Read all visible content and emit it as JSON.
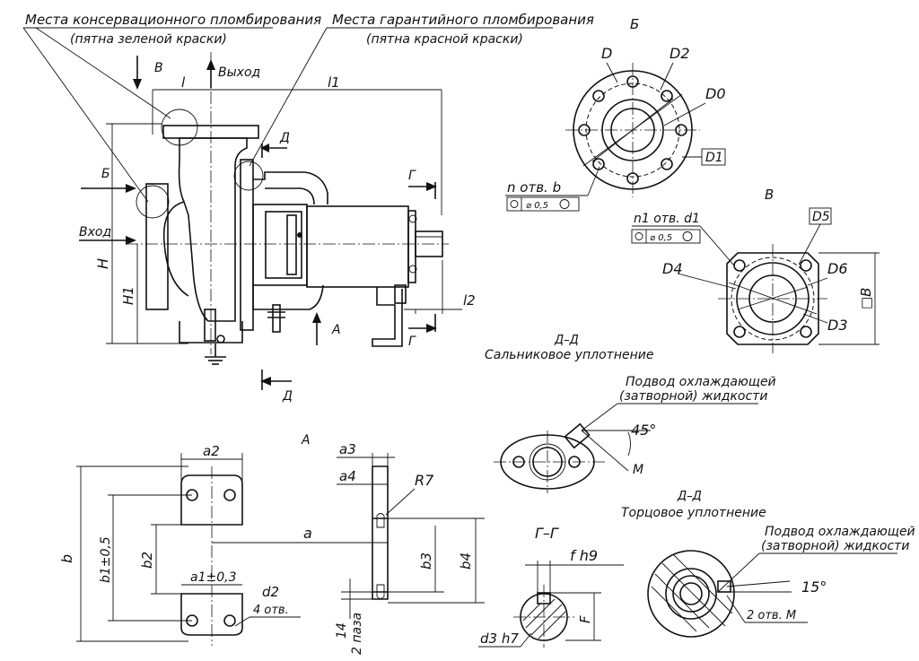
{
  "labels": {
    "conservation_seal": "Места консервационного пломбирования",
    "conservation_seal_note": "(пятна зеленой краски)",
    "warranty_seal": "Места гарантийного пломбирования",
    "warranty_seal_note": "(пятна красной краски)",
    "view_b_arrow": "В",
    "outlet": "Выход",
    "dim_l": "l",
    "dim_l1": "l1",
    "section_d_top": "Д",
    "view_b_side": "Б",
    "inlet": "Вход",
    "dim_H": "H",
    "dim_H1": "H1",
    "section_g_top": "Г",
    "section_g_bottom": "Г",
    "dim_l2": "l2",
    "view_a_arrow": "А",
    "section_d_bottom": "Д",
    "view_b_title": "Б",
    "D": "D",
    "D2": "D2",
    "D0": "D0",
    "D1": "D1",
    "n_holes_b": "n отв. b",
    "tol_b": "⌀ 0,5",
    "view_v_title": "В",
    "D5": "D5",
    "n1_holes_d1": "n1 отв. d1",
    "tol_d1": "⌀ 0,5",
    "D4": "D4",
    "D6": "D6",
    "D3": "D3",
    "square_B": "□B",
    "dd_title_1": "Д–Д",
    "gland_seal": "Сальниковое уплотнение",
    "coolant_1a": "Подвод охлаждающей",
    "coolant_1b": "(затворной) жидкости",
    "angle_45": "45°",
    "thread_M": "М",
    "dd_title_2": "Д–Д",
    "mech_seal": "Торцовое уплотнение",
    "coolant_2a": "Подвод охлаждающей",
    "coolant_2b": "(затворной) жидкости",
    "angle_15": "15°",
    "two_holes_M": "2 отв. М",
    "view_a_title": "А",
    "a2": "a2",
    "a3": "a3",
    "a4": "a4",
    "R7": "R7",
    "a": "a",
    "b": "b",
    "b1": "b1±0,5",
    "b2": "b2",
    "b3": "b3",
    "b4": "b4",
    "a1": "a1±0,3",
    "d2": "d2",
    "four_holes": "4 отв.",
    "dim_14": "14",
    "two_slots": "2 паза",
    "gg_title": "Г–Г",
    "fh9": "f h9",
    "F": "F",
    "d3h7": "d3 h7"
  }
}
